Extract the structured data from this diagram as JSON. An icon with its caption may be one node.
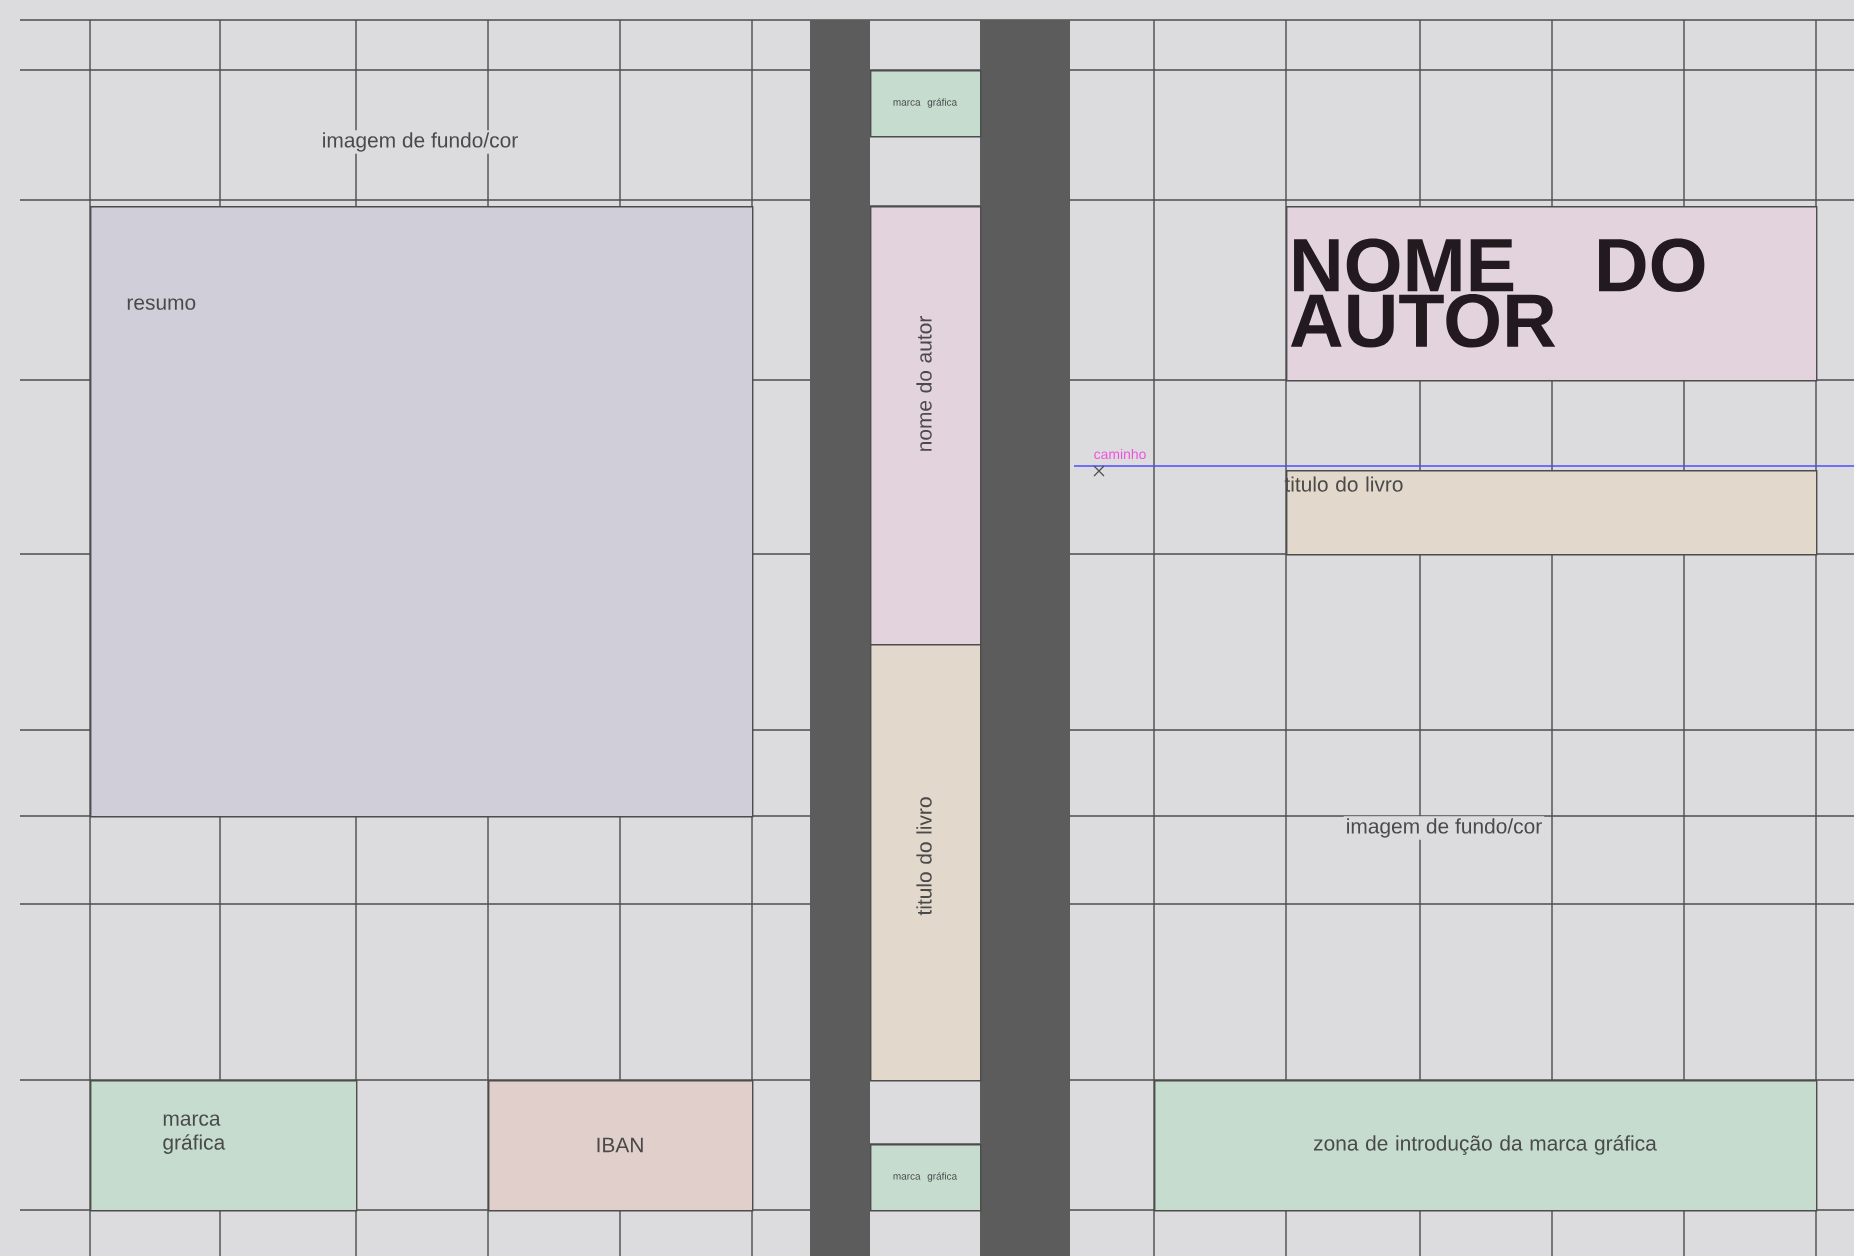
{
  "diagram": {
    "nodes": [
      {
        "text": [
          "resumo"
        ]
      },
      {
        "text": [
          "marca gráfica"
        ]
      },
      {
        "text": [
          "IBAN"
        ]
      },
      {
        "text": [
          "marca gráfica"
        ]
      },
      {
        "text": [
          "nome do autor"
        ]
      },
      {
        "text": [
          "titulo do livro"
        ]
      },
      {
        "text": [
          "marca gráfica"
        ]
      },
      {
        "text": [
          "NOME DO AUTOR"
        ]
      },
      {
        "text": [
          "titulo do livro"
        ]
      },
      {
        "text": [
          "zona de introdução da marca gráfica"
        ]
      }
    ],
    "labels": [
      "imagem de fundo/cor",
      "caminho",
      "imagem de fundo/cor"
    ]
  }
}
